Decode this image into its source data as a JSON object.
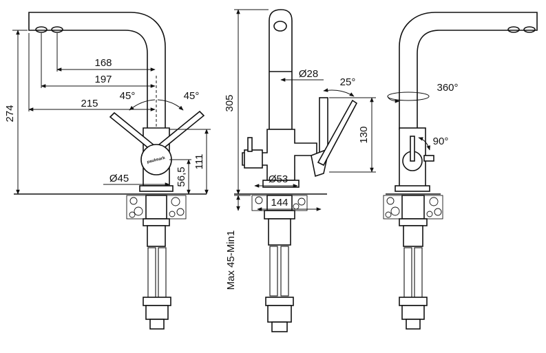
{
  "brand": "paulmark",
  "dimensions": {
    "d168": "168",
    "d197": "197",
    "d215": "215",
    "d274": "274",
    "d111": "111",
    "d56_5": "56,5",
    "d45": "Ø45",
    "d305": "305",
    "d28": "Ø28",
    "d53": "Ø53",
    "d130": "130",
    "d144": "144",
    "mount": "Max 45-Min1"
  },
  "angles": {
    "a45_left": "45°",
    "a45_right": "45°",
    "a25": "25°",
    "a360": "360°",
    "a90": "90°"
  },
  "colors": {
    "line": "#111111",
    "background": "#ffffff"
  }
}
